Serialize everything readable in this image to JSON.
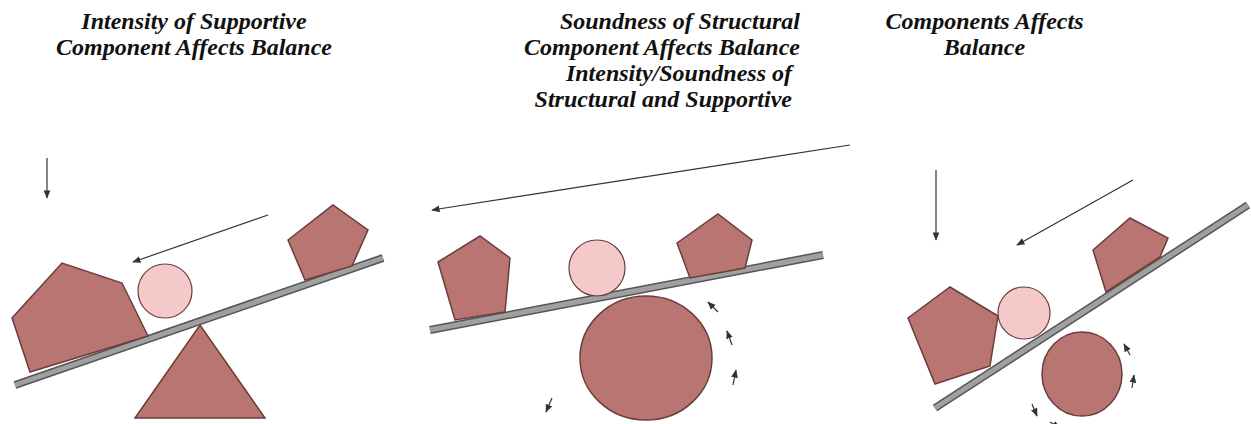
{
  "diagram": {
    "labels": [
      "Intensity of Supportive Component Affects Balance",
      "Soundness of Structural Component Affects Balance",
      "Intensity/Soundness of Structural and Supportive",
      "Components Affects Balance"
    ]
  }
}
